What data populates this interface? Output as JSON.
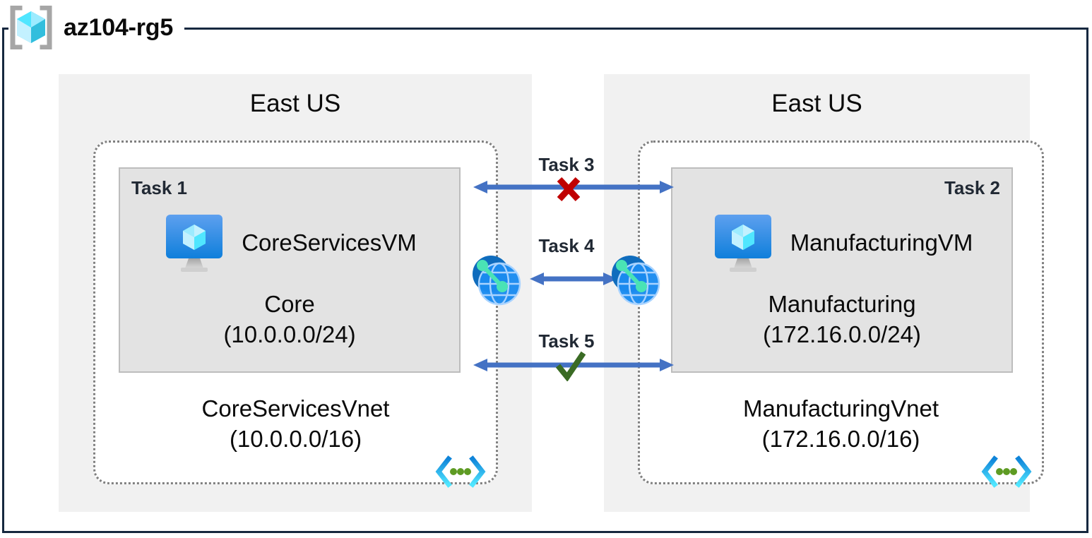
{
  "resource_group": {
    "name": "az104-rg5",
    "icon": "resource-group-cube-icon"
  },
  "regions": [
    {
      "id": "left",
      "label": "East US"
    },
    {
      "id": "right",
      "label": "East US"
    }
  ],
  "vnets": [
    {
      "id": "left",
      "name": "CoreServicesVnet",
      "address_space": "(10.0.0.0/16)",
      "corner_icon": "virtual-network-icon",
      "subnet": {
        "task_tag": "Task 1",
        "task_tag_align": "left",
        "vm_icon": "virtual-machine-icon",
        "vm_name": "CoreServicesVM",
        "subnet_name": "Core",
        "subnet_prefix": "(10.0.0.0/24)"
      }
    },
    {
      "id": "right",
      "name": "ManufacturingVnet",
      "address_space": "(172.16.0.0/16)",
      "corner_icon": "virtual-network-icon",
      "subnet": {
        "task_tag": "Task 2",
        "task_tag_align": "right",
        "vm_icon": "virtual-machine-icon",
        "vm_name": "ManufacturingVM",
        "subnet_name": "Manufacturing",
        "subnet_prefix": "(172.16.0.0/24)"
      }
    }
  ],
  "connectors": [
    {
      "id": "task3",
      "label": "Task 3",
      "mark": "red-x-icon",
      "status": "blocked"
    },
    {
      "id": "task4",
      "label": "Task 4",
      "mark": "peering-icon",
      "status": "peered"
    },
    {
      "id": "task5",
      "label": "Task 5",
      "mark": "green-check-icon",
      "status": "allowed"
    }
  ],
  "colors": {
    "frame_border": "#16283f",
    "region_fill": "#f1f1f1",
    "subnet_fill": "#e3e3e3",
    "subnet_border": "#bdbdbd",
    "vnet_border": "#808080",
    "arrow_blue": "#4472c4",
    "mark_red": "#c00000",
    "mark_green": "#3a6b24",
    "label_navy": "#212934",
    "azure_blue": "#0078d4",
    "cube_cyan": "#50e6ff"
  }
}
